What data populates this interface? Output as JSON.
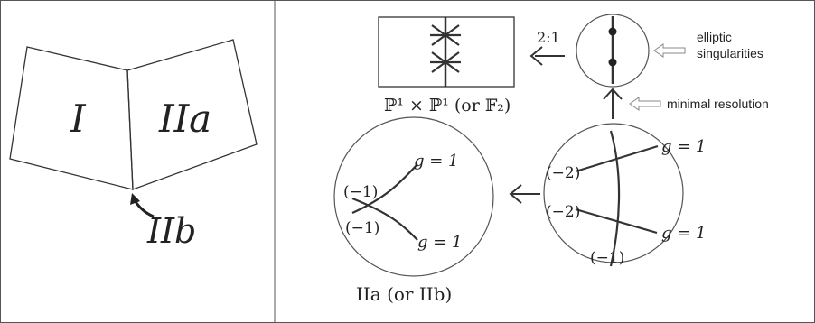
{
  "left_panel": {
    "region_i": "I",
    "region_iia": "IIa",
    "point_iib": "IIb"
  },
  "right_panel": {
    "box_label": "ℙ¹ × ℙ¹ (or 𝔽₂)",
    "cover_arrow_label": "2:1",
    "elliptic_label_line1": "elliptic",
    "elliptic_label_line2": "singularities",
    "resolution_label": "minimal resolution",
    "big_circle": {
      "top_curve_label": "(−2)",
      "bottom_curve_label": "(−2)",
      "vertical_curve_label": "(−1)",
      "upper_genus_label": "g = 1",
      "lower_genus_label": "g = 1"
    },
    "small_circle": {
      "upper_label": "(−1)",
      "lower_label": "(−1)",
      "upper_genus_label": "g = 1",
      "lower_genus_label": "g = 1"
    },
    "small_circle_caption": "IIa (or IIb)"
  },
  "colors": {
    "stroke": "#333333",
    "outline": "#555555",
    "hollow_arrow": "#888888"
  }
}
